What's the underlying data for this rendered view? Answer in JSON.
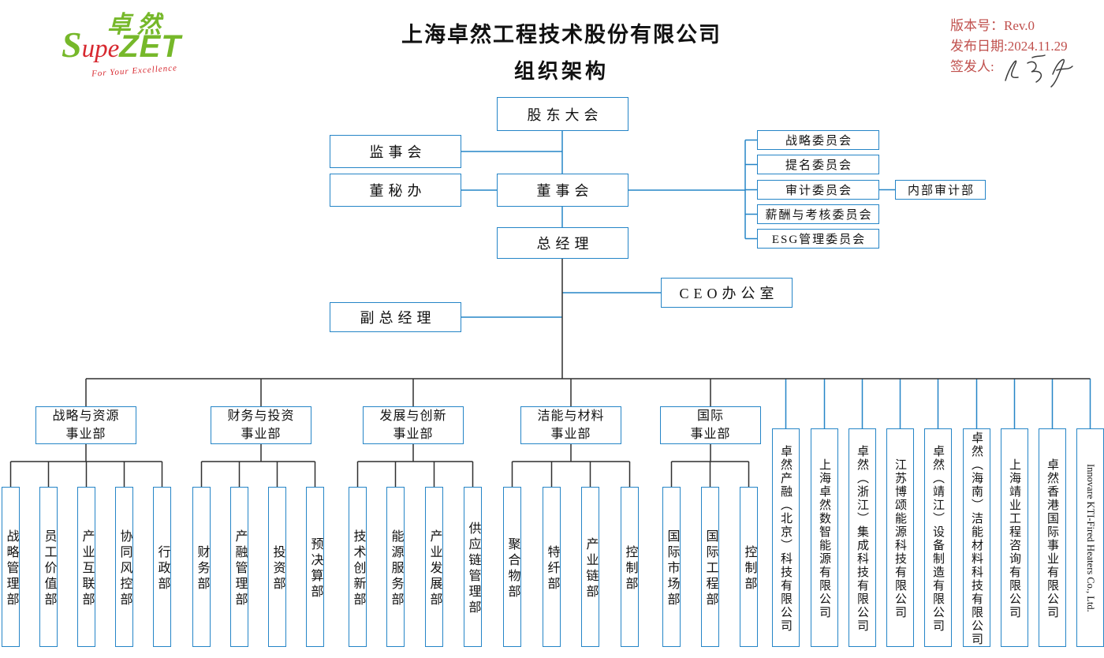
{
  "header": {
    "logo": {
      "cjk": "卓然",
      "brand_s": "S",
      "brand_upe": "upe",
      "brand_zet": "ZET",
      "tagline": "For Your Excellence"
    },
    "title_line1": "上海卓然工程技术股份有限公司",
    "title_line2": "组织架构",
    "meta": {
      "version": "版本号：Rev.0",
      "release_date": "发布日期:2024.11.29",
      "signer": "签发人:"
    }
  },
  "colors": {
    "line_blue": "#2585c7",
    "line_dark": "#2f2f2f",
    "meta_red": "#c0504d",
    "logo_green": "#76b82a",
    "logo_red": "#d7282f"
  },
  "org": {
    "shareholders": "股东大会",
    "supervisory": "监事会",
    "board_office": "董秘办",
    "board": "董事会",
    "gm": "总经理",
    "committees": [
      "战略委员会",
      "提名委员会",
      "审计委员会",
      "薪酬与考核委员会",
      "ESG管理委员会"
    ],
    "internal_audit": "内部审计部",
    "ceo_office": "CEO办公室",
    "deputy_gm": "副总经理",
    "divisions": [
      {
        "line1": "战略与资源",
        "line2": "事业部",
        "departments": [
          "战略管理部",
          "员工价值部",
          "产业互联部",
          "协同风控部",
          "行政部"
        ]
      },
      {
        "line1": "财务与投资",
        "line2": "事业部",
        "departments": [
          "财务部",
          "产融管理部",
          "投资部",
          "预决算部"
        ]
      },
      {
        "line1": "发展与创新",
        "line2": "事业部",
        "departments": [
          "技术创新部",
          "能源服务部",
          "产业发展部",
          "供应链管理部"
        ]
      },
      {
        "line1": "洁能与材料",
        "line2": "事业部",
        "departments": [
          "聚合物部",
          "特纤部",
          "产业链部",
          "控制部"
        ]
      },
      {
        "line1": "国际",
        "line2": "事业部",
        "departments": [
          "国际市场部",
          "国际工程部",
          "控制部"
        ]
      }
    ],
    "subsidiaries": [
      "卓然产融（北京）科技有限公司",
      "上海卓然数智能源有限公司",
      "卓然（浙江）集成科技有限公司",
      "江苏博颂能源科技有限公司",
      "卓然（靖江）设备制造有限公司",
      "卓然（海南）洁能材料科技有限公司",
      "上海靖业工程咨询有限公司",
      "卓然香港国际事业有限公司",
      "Innovare KTI-Fired Heaters Co., Ltd."
    ]
  }
}
